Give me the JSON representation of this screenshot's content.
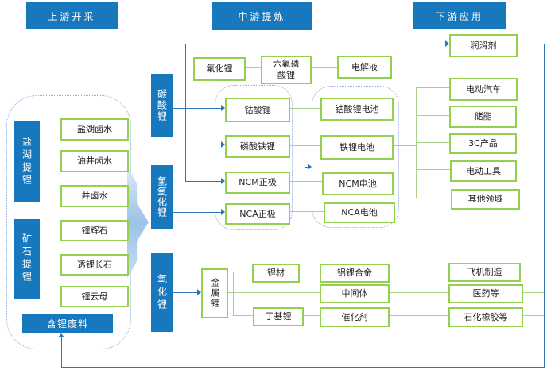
{
  "headers": {
    "upstream": "上游开采",
    "midstream": "中游提炼",
    "downstream": "下游应用"
  },
  "upstream": {
    "groups": [
      {
        "label": "盐湖提锂",
        "items": [
          "盐湖卤水",
          "油井卤水",
          "井卤水"
        ]
      },
      {
        "label": "矿石提锂",
        "items": [
          "锂辉石",
          "透锂长石",
          "锂云母"
        ]
      }
    ],
    "waste": "含锂废料"
  },
  "base_lithium": {
    "carbonate": "碳酸锂",
    "hydroxide": "氢氧化锂",
    "oxide": "氧化锂",
    "metal": "金属锂"
  },
  "electrolyte_chain": {
    "lif": "氟化锂",
    "lipf6": "六氟磷酸锂",
    "electrolyte": "电解液"
  },
  "cathodes": {
    "lco": "钴酸锂",
    "lfp": "磷酸铁锂",
    "ncm": "NCM正极",
    "nca": "NCA正极"
  },
  "batteries": {
    "lco": "钴酸锂电池",
    "lfp": "铁锂电池",
    "ncm": "NCM电池",
    "nca": "NCA电池"
  },
  "metal_chain": {
    "limaterial": "锂材",
    "butyl": "丁基锂",
    "alloy": "铝锂合金",
    "intermediate": "中间体",
    "catalyst": "催化剂"
  },
  "applications": {
    "lubricant": "润滑剂",
    "battery_apps": [
      "电动汽车",
      "储能",
      "3C产品",
      "电动工具",
      "其他领域"
    ],
    "metal_apps": [
      "飞机制造",
      "医药等",
      "石化橡胶等"
    ]
  },
  "colors": {
    "blue_fill": "#1878BE",
    "green_border": "#92D050",
    "blue_line": "#2E75B6",
    "green_line": "#A9D18E",
    "container_dotted": "#8FAADC"
  }
}
